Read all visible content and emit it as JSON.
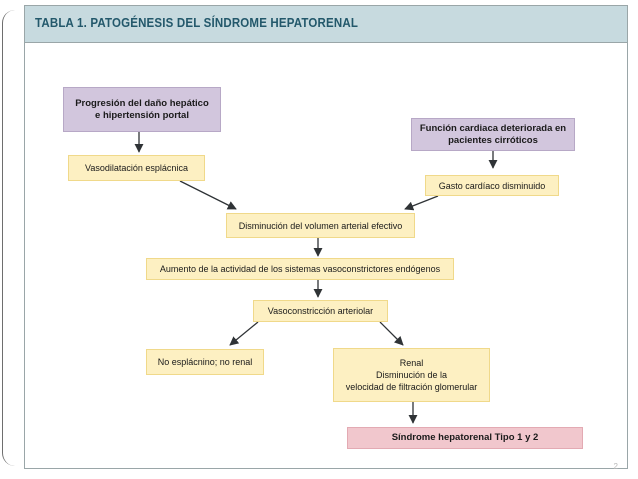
{
  "header": {
    "title": "TABLA 1. PATOGÉNESIS DEL SÍNDROME HEPATORENAL"
  },
  "diagram": {
    "nodes": {
      "progresion": {
        "line1": "Progresión del daño hepático",
        "line2": "e hipertensión portal"
      },
      "funcion": {
        "line1": "Función cardiaca deteriorada en",
        "line2": "pacientes cirróticos"
      },
      "vasodilatacion": {
        "label": "Vasodilatación esplácnica"
      },
      "gasto": {
        "label": "Gasto cardíaco disminuido"
      },
      "volumen": {
        "label": "Disminución del volumen arterial efectivo"
      },
      "actividad": {
        "label": "Aumento de la actividad de los sistemas vasoconstrictores endógenos"
      },
      "vasoconstriccion": {
        "label": "Vasoconstricción arteriolar"
      },
      "no_esplacnico": {
        "label": "No esplácnino; no renal"
      },
      "renal": {
        "line1": "Renal",
        "line2": "Disminución de la",
        "line3": "velocidad de filtración glomerular"
      },
      "sindrome": {
        "label": "Síndrome hepatorenal Tipo 1 y 2"
      }
    }
  },
  "footer": {
    "page_number": "2"
  },
  "colors": {
    "header_band": "#c7dadf",
    "title_text": "#23586b",
    "yellow_box": "#fdf0c2",
    "purple_box": "#d2c6dd",
    "pink_box": "#f1c7cd"
  }
}
